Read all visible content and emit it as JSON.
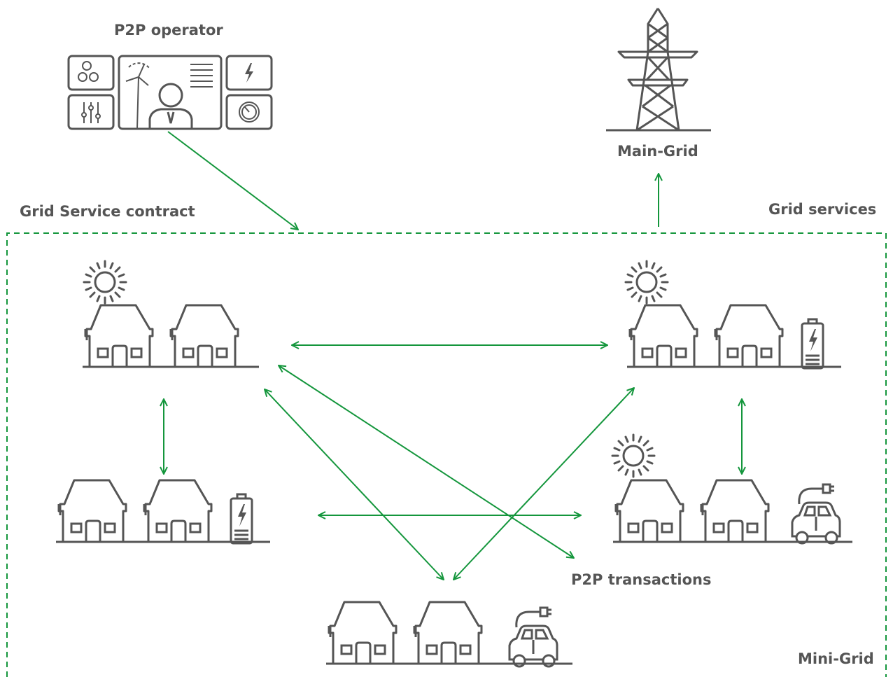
{
  "labels": {
    "p2p_operator": "P2P operator",
    "main_grid": "Main-Grid",
    "grid_service_contract": "Grid Service contract",
    "grid_services": "Grid services",
    "p2p_transactions": "P2P transactions",
    "mini_grid": "Mini-Grid"
  },
  "colors": {
    "arrow": "#14963c",
    "icon": "#555555",
    "text": "#555555",
    "boundary": "#14963c"
  },
  "icons": [
    "transmission-tower-icon",
    "sun-icon",
    "house-icon",
    "battery-icon",
    "electric-car-icon",
    "operator-dashboard-icon",
    "wind-turbine-icon",
    "gears-icon",
    "lightning-icon",
    "sliders-icon",
    "gauge-icon"
  ]
}
